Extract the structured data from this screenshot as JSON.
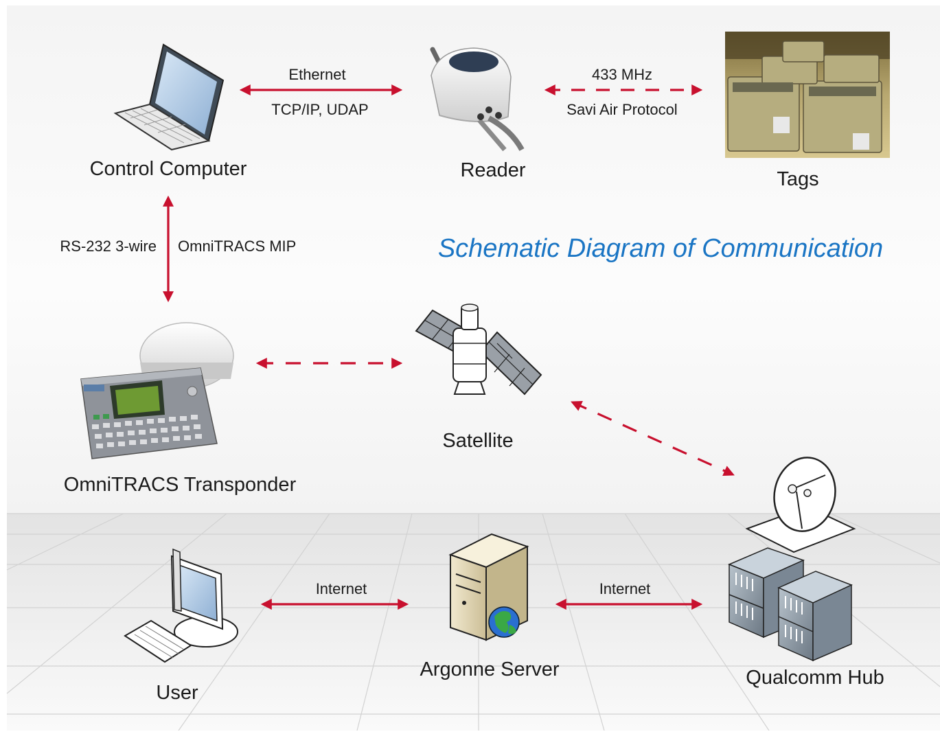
{
  "title": "Schematic Diagram of Communication",
  "nodes": {
    "control_computer": "Control Computer",
    "reader": "Reader",
    "tags": "Tags",
    "transponder": "OmniTRACS Transponder",
    "satellite": "Satellite",
    "user": "User",
    "server": "Argonne Server",
    "hub": "Qualcomm Hub"
  },
  "links": {
    "computer_reader_top": "Ethernet",
    "computer_reader_bottom": "TCP/IP, UDAP",
    "reader_tags_top": "433 MHz",
    "reader_tags_bottom": "Savi Air Protocol",
    "computer_transponder_left": "RS-232 3-wire",
    "computer_transponder_right": "OmniTRACS MIP",
    "user_server": "Internet",
    "server_hub": "Internet"
  },
  "colors": {
    "arrow": "#c8102e",
    "title": "#1a75c4",
    "text": "#1a1a1a"
  }
}
